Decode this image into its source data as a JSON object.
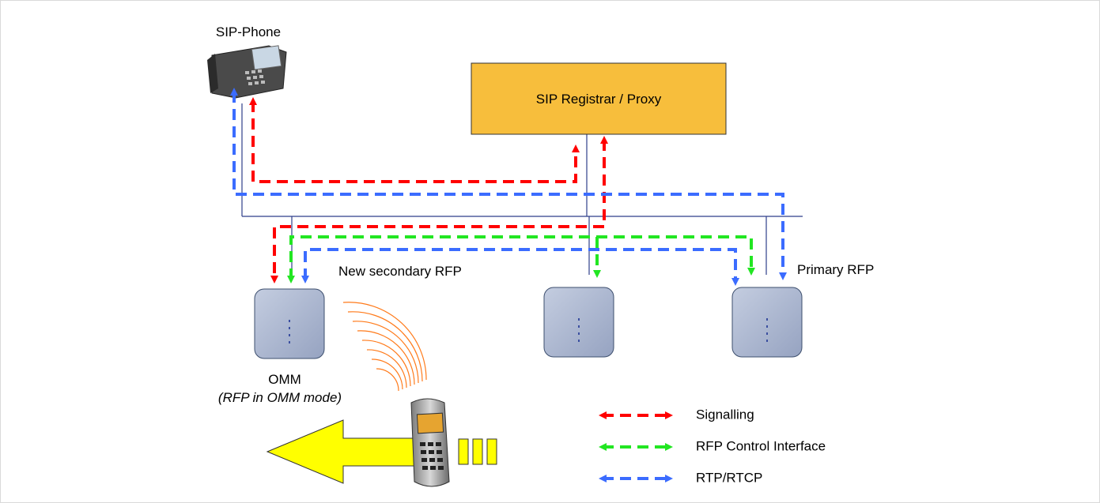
{
  "nodes": {
    "sip_phone": "SIP-Phone",
    "registrar": "SIP Registrar / Proxy",
    "secondary_rfp": "New secondary RFP",
    "primary_rfp": "Primary RFP",
    "omm_title": "OMM",
    "omm_subtitle": "(RFP in OMM mode)"
  },
  "legend": [
    {
      "label": "Signalling",
      "color": "#ff0000"
    },
    {
      "label": "RFP Control Interface",
      "color": "#22e622"
    },
    {
      "label": "RTP/RTCP",
      "color": "#3b6cff"
    }
  ],
  "colors": {
    "registrar_fill": "#f7be3c",
    "rfp_fill": "#a9b5cf",
    "rfp_stroke": "#3d4f6e",
    "arrow_yellow": "#ffff00",
    "network_line": "#2f3f8a"
  },
  "icons": {
    "phone": "desk-phone-icon",
    "handset": "dect-handset-icon",
    "radio": "radio-waves-icon",
    "move": "movement-arrow-icon"
  }
}
